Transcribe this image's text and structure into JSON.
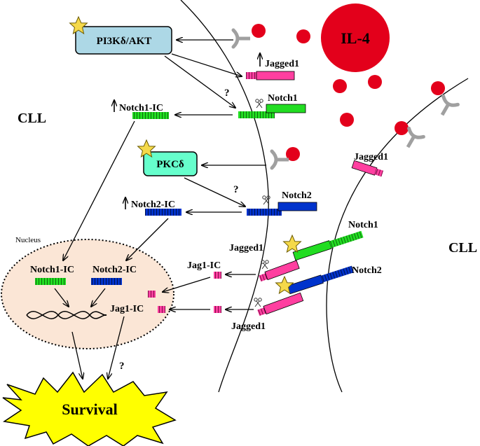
{
  "labels": {
    "pi3k": "PI3Kδ/AKT",
    "il4": "IL-4",
    "jagged1_up": "Jagged1",
    "q1": "?",
    "notch1_cell1": "Notch1",
    "notch1_ic_up": "Notch1-IC",
    "cll_left": "CLL",
    "pkc": "PKCδ",
    "jagged1_cell2": "Jagged1",
    "q2": "?",
    "notch2_cell1": "Notch2",
    "notch2_ic_up": "Notch2-IC",
    "notch1_cell2": "Notch1",
    "nucleus": "Nucleus",
    "jagged1_mid": "Jagged1",
    "cll_right": "CLL",
    "nuc_notch1_ic": "Notch1-IC",
    "nuc_notch2_ic": "Notch2-IC",
    "jag1_ic_out": "Jag1-IC",
    "notch2_cell2": "Notch2",
    "jag1_ic_nuc": "Jag1-IC",
    "jagged1_bottom": "Jagged1",
    "q3": "?",
    "survival": "Survival"
  },
  "colors": {
    "pi3k_box": "#add8e6",
    "pkc_box": "#66ffcc",
    "ligand_red": "#e3001b",
    "jagged_pink": "#ff3fa0",
    "notch1_green": "#22dd22",
    "notch2_blue": "#0033cc",
    "receptor_gray": "#a0a0a0",
    "star_yellow": "#f5d94a",
    "nucleus_fill": "#fbe6d6",
    "survival_yellow": "#ffff00"
  },
  "icons": [
    "star-icon",
    "scissors-icon",
    "receptor-icon",
    "dna-helix-icon"
  ]
}
